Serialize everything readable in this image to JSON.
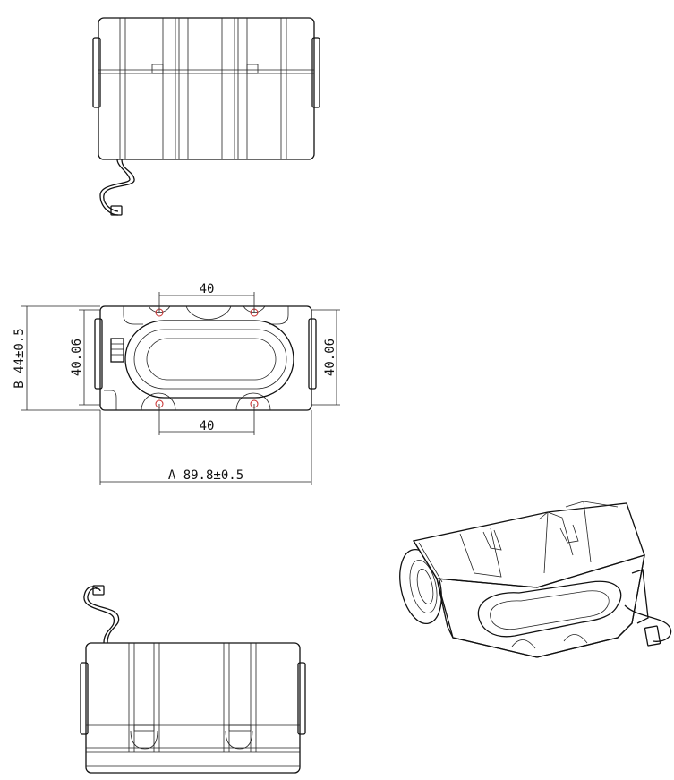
{
  "front_view": {
    "width_label": "A 89.8±0.5",
    "height_label": "B 44±0.5",
    "top_spacing_label": "40",
    "bottom_spacing_label": "40",
    "left_inner_label": "40.06",
    "right_inner_label": "40.06"
  },
  "colors": {
    "line": "#111111",
    "hole_marker": "#c62828"
  }
}
